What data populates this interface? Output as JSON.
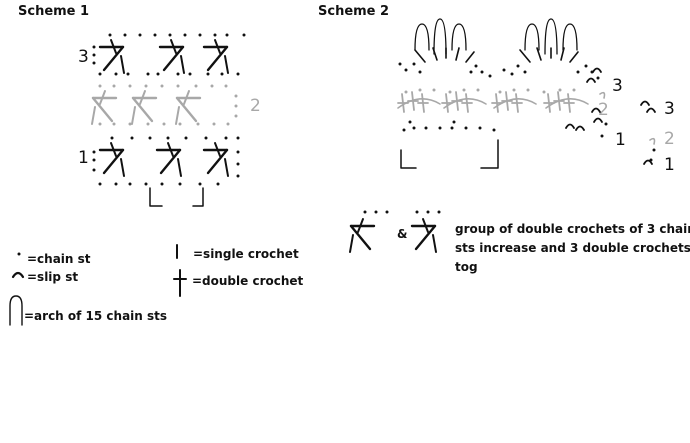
{
  "scheme1": {
    "title": "Scheme 1",
    "row_labels": [
      "3",
      "2",
      "1"
    ]
  },
  "scheme2": {
    "title": "Scheme 2",
    "row_labels_inner": [
      "3",
      "2",
      "1"
    ],
    "row_labels_outer": [
      "3",
      "2",
      "1"
    ]
  },
  "legend": {
    "chain_st": "=chain st",
    "slip_st": "=slip st",
    "arch": "=arch of 15 chain sts",
    "single_crochet": "=single crochet",
    "double_crochet": "=double crochet",
    "ampersand": "&",
    "group_desc": "group of double crochets of 3 chain sts increase and 3 double crochets tog"
  },
  "colors": {
    "ink": "#111111",
    "gray": "#a8a8a8"
  }
}
